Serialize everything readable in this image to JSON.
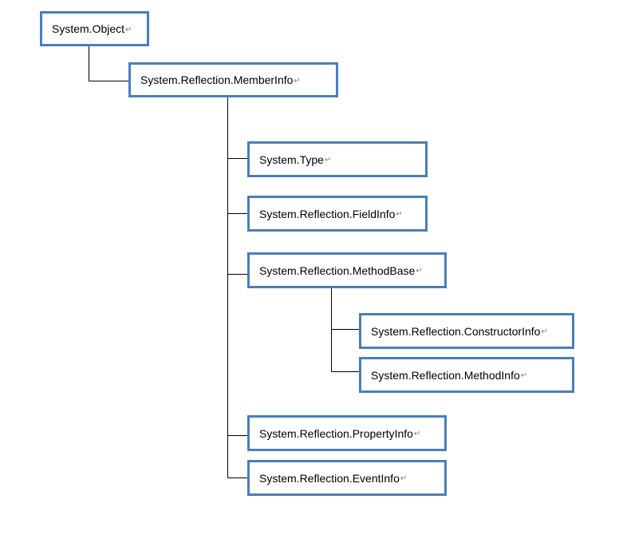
{
  "diagram": {
    "nodes": {
      "object": "System.Object",
      "member_info": "System.Reflection.MemberInfo",
      "type": "System.Type",
      "field_info": "System.Reflection.FieldInfo",
      "method_base": "System.Reflection.MethodBase",
      "constructor_info": "System.Reflection.ConstructorInfo",
      "method_info": "System.Reflection.MethodInfo",
      "property_info": "System.Reflection.PropertyInfo",
      "event_info": "System.Reflection.EventInfo"
    },
    "paragraph_mark": "↵",
    "colors": {
      "box_border": "#4a7ebb",
      "connector": "#000000",
      "paragraph_mark": "#7f7f7f"
    },
    "edges": [
      [
        "object",
        "member_info"
      ],
      [
        "member_info",
        "type"
      ],
      [
        "member_info",
        "field_info"
      ],
      [
        "member_info",
        "method_base"
      ],
      [
        "method_base",
        "constructor_info"
      ],
      [
        "method_base",
        "method_info"
      ],
      [
        "member_info",
        "property_info"
      ],
      [
        "member_info",
        "event_info"
      ]
    ]
  }
}
